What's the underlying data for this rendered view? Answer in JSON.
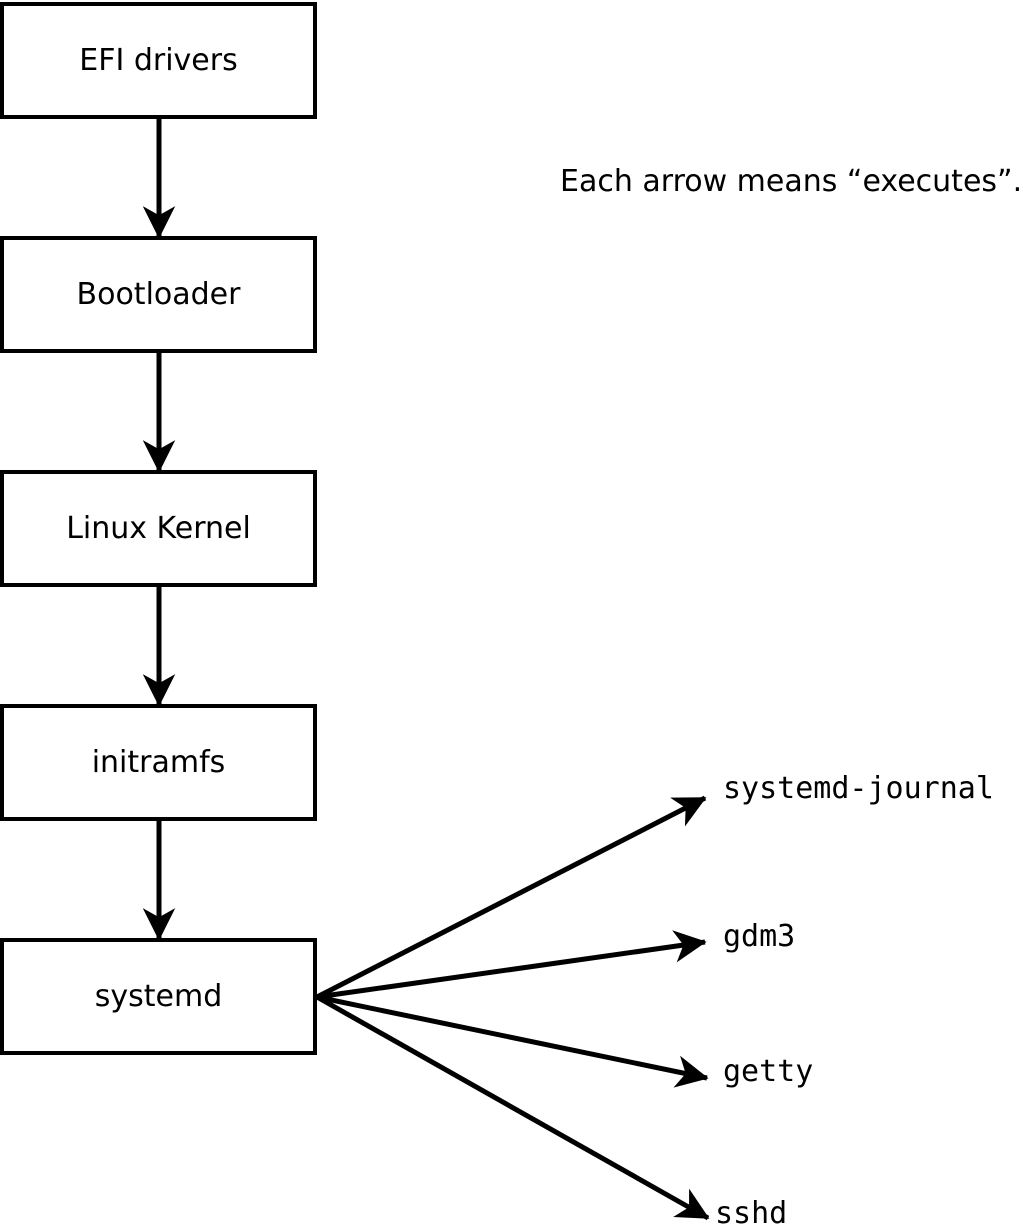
{
  "note": {
    "text": "Each arrow means “executes”."
  },
  "chain": {
    "boxes": [
      {
        "label": "EFI drivers"
      },
      {
        "label": "Bootloader"
      },
      {
        "label": "Linux Kernel"
      },
      {
        "label": "initramfs"
      },
      {
        "label": "systemd"
      }
    ]
  },
  "spawned": {
    "items": [
      {
        "label": "systemd-journal"
      },
      {
        "label": "gdm3"
      },
      {
        "label": "getty"
      },
      {
        "label": "sshd"
      }
    ]
  },
  "colors": {
    "background": "#ffffff",
    "box_fill": "#ffffff",
    "stroke": "#000000",
    "text": "#000000"
  }
}
